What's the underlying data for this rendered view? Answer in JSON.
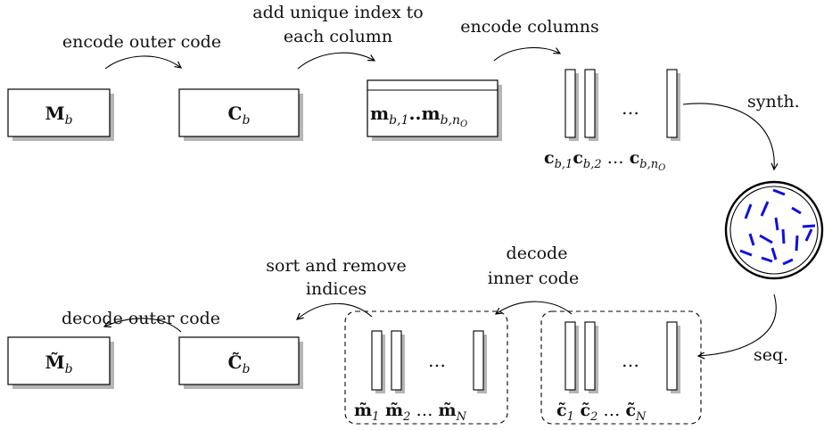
{
  "steps": {
    "encode_outer": "encode outer code",
    "add_index_line1": "add unique index to",
    "add_index_line2": "each column",
    "encode_columns": "encode columns",
    "synth": "synth.",
    "seq": "seq.",
    "decode_inner_line1": "decode",
    "decode_inner_line2": "inner code",
    "sort_remove_line1": "sort and remove",
    "sort_remove_line2": "indices",
    "decode_outer": "decode outer code"
  },
  "nodes": {
    "M_b": {
      "base": "M",
      "sub": "b"
    },
    "C_b": {
      "base": "C",
      "sub": "b"
    },
    "indexed": {
      "base1": "m",
      "sub1": "b,1",
      "sep": "..",
      "base2": "m",
      "sub2": "b,n",
      "subsub2": "O"
    },
    "Mtilde_b": {
      "base": "M̃",
      "sub": "b"
    },
    "Ctilde_b": {
      "base": "C̃",
      "sub": "b"
    }
  },
  "columns_top": {
    "c1": {
      "base": "c",
      "sub": "b,1"
    },
    "c2": {
      "base": "c",
      "sub": "b,2"
    },
    "dots": "…",
    "cn": {
      "base": "c",
      "sub": "b,n",
      "subsub": "O"
    }
  },
  "columns_seq": {
    "c1": {
      "base": "c̃",
      "sub": "1"
    },
    "c2": {
      "base": "c̃",
      "sub": "2"
    },
    "dots": "…",
    "cN": {
      "base": "c̃",
      "sub": "N"
    }
  },
  "columns_decoded": {
    "m1": {
      "base": "m̃",
      "sub": "1"
    },
    "m2": {
      "base": "m̃",
      "sub": "2"
    },
    "dots": "…",
    "mN": {
      "base": "m̃",
      "sub": "N"
    }
  },
  "colors": {
    "strands": "#1010e0",
    "shadow": "#b5b5b5"
  }
}
